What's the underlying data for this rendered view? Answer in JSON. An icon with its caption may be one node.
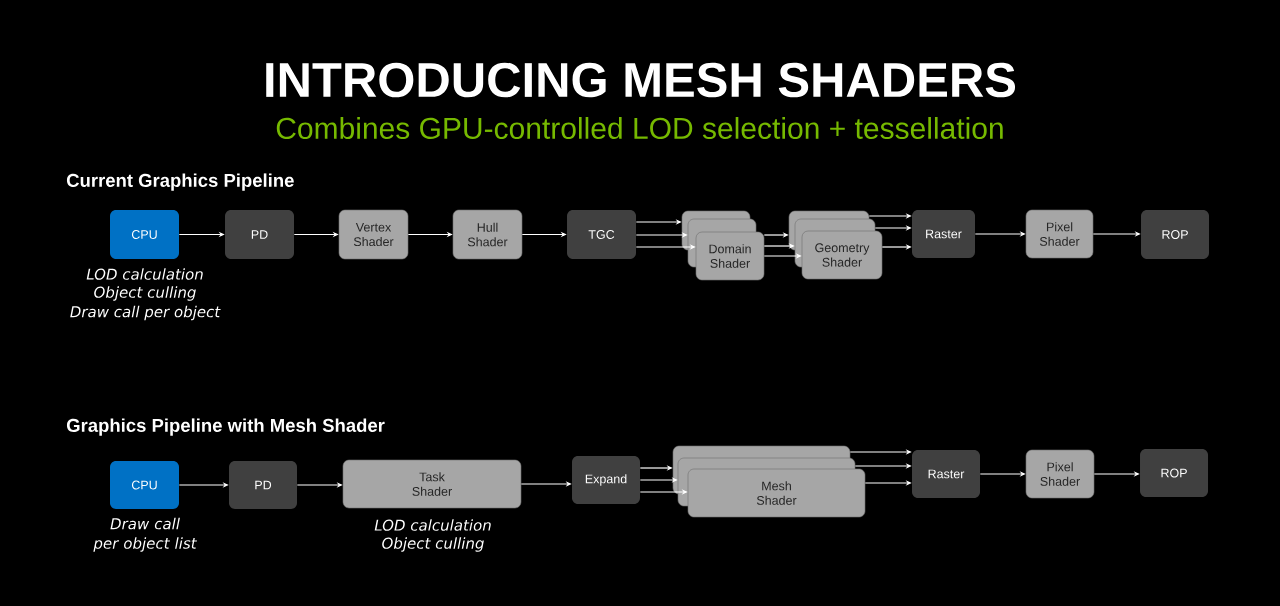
{
  "diagram": {
    "title": "INTRODUCING MESH SHADERS",
    "nodes": [
      {
        "text": [
          "CPU"
        ],
        "beside": [
          "LOD calculation",
          "Object culling",
          "Draw call per object"
        ]
      },
      {
        "text": [
          "PD"
        ]
      },
      {
        "text": [
          "Vertex Shader"
        ]
      },
      {
        "text": [
          "Hull Shader"
        ]
      },
      {
        "text": [
          "TGC"
        ]
      },
      {
        "text": [],
        "shape": "box"
      },
      {
        "text": [],
        "shape": "box"
      },
      {
        "text": [
          "Domain Shader"
        ]
      },
      {
        "text": [],
        "shape": "box"
      },
      {
        "text": [],
        "shape": "box"
      },
      {
        "text": [
          "Geometry Shader"
        ]
      },
      {
        "text": [
          "Raster"
        ]
      },
      {
        "text": [
          "Pixel Shader"
        ]
      },
      {
        "text": [
          "ROP"
        ]
      },
      {
        "text": [
          "CPU"
        ],
        "beside": [
          "Draw call per object list"
        ]
      },
      {
        "text": [
          "PD"
        ]
      },
      {
        "text": [
          "Task Shader"
        ],
        "beside": [
          "LOD calculation",
          "Object culling"
        ]
      },
      {
        "text": [
          "Expand"
        ]
      },
      {
        "text": [],
        "shape": "box"
      },
      {
        "text": [],
        "shape": "box"
      },
      {
        "text": [
          "Mesh Shader"
        ]
      },
      {
        "text": [
          "Raster"
        ]
      },
      {
        "text": [
          "Pixel Shader"
        ]
      },
      {
        "text": [
          "ROP"
        ]
      }
    ],
    "edges": [
      {
        "from": 0,
        "to": 1,
        "arrow": "to"
      },
      {
        "from": 1,
        "to": 2,
        "arrow": "to"
      },
      {
        "from": 2,
        "to": 3,
        "arrow": "to"
      },
      {
        "from": 3,
        "to": 4,
        "arrow": "to"
      },
      {
        "from": 4,
        "to": 5,
        "arrow": "to"
      },
      {
        "from": 4,
        "to": 6,
        "arrow": "to"
      },
      {
        "from": 4,
        "to": 7,
        "arrow": "to"
      },
      {
        "from": 7,
        "to": 8,
        "arrow": "to"
      },
      {
        "from": 7,
        "to": 9,
        "arrow": "to"
      },
      {
        "from": 7,
        "to": 10,
        "arrow": "to"
      },
      {
        "from": 8,
        "to": 11,
        "arrow": "to"
      },
      {
        "from": 9,
        "to": 11,
        "arrow": "to"
      },
      {
        "from": 10,
        "to": 11,
        "arrow": "to"
      },
      {
        "from": 11,
        "to": 12,
        "arrow": "to"
      },
      {
        "from": 12,
        "to": 13,
        "arrow": "to"
      },
      {
        "from": 14,
        "to": 15,
        "arrow": "to"
      },
      {
        "from": 15,
        "to": 16,
        "arrow": "to"
      },
      {
        "from": 16,
        "to": 17,
        "arrow": "to"
      },
      {
        "from": 17,
        "to": 18,
        "arrow": "to"
      },
      {
        "from": 17,
        "to": 19,
        "arrow": "to"
      },
      {
        "from": 17,
        "to": 20,
        "arrow": "to"
      },
      {
        "from": 18,
        "to": 21,
        "arrow": "to"
      },
      {
        "from": 19,
        "to": 21,
        "arrow": "to"
      },
      {
        "from": 20,
        "to": 21,
        "arrow": "to"
      },
      {
        "from": 21,
        "to": 22,
        "arrow": "to"
      },
      {
        "from": 22,
        "to": 23,
        "arrow": "to"
      }
    ],
    "labels": [
      "Combines GPU-controlled LOD selection + tessellation",
      "Current Graphics Pipeline",
      "Graphics Pipeline with Mesh Shader"
    ]
  }
}
